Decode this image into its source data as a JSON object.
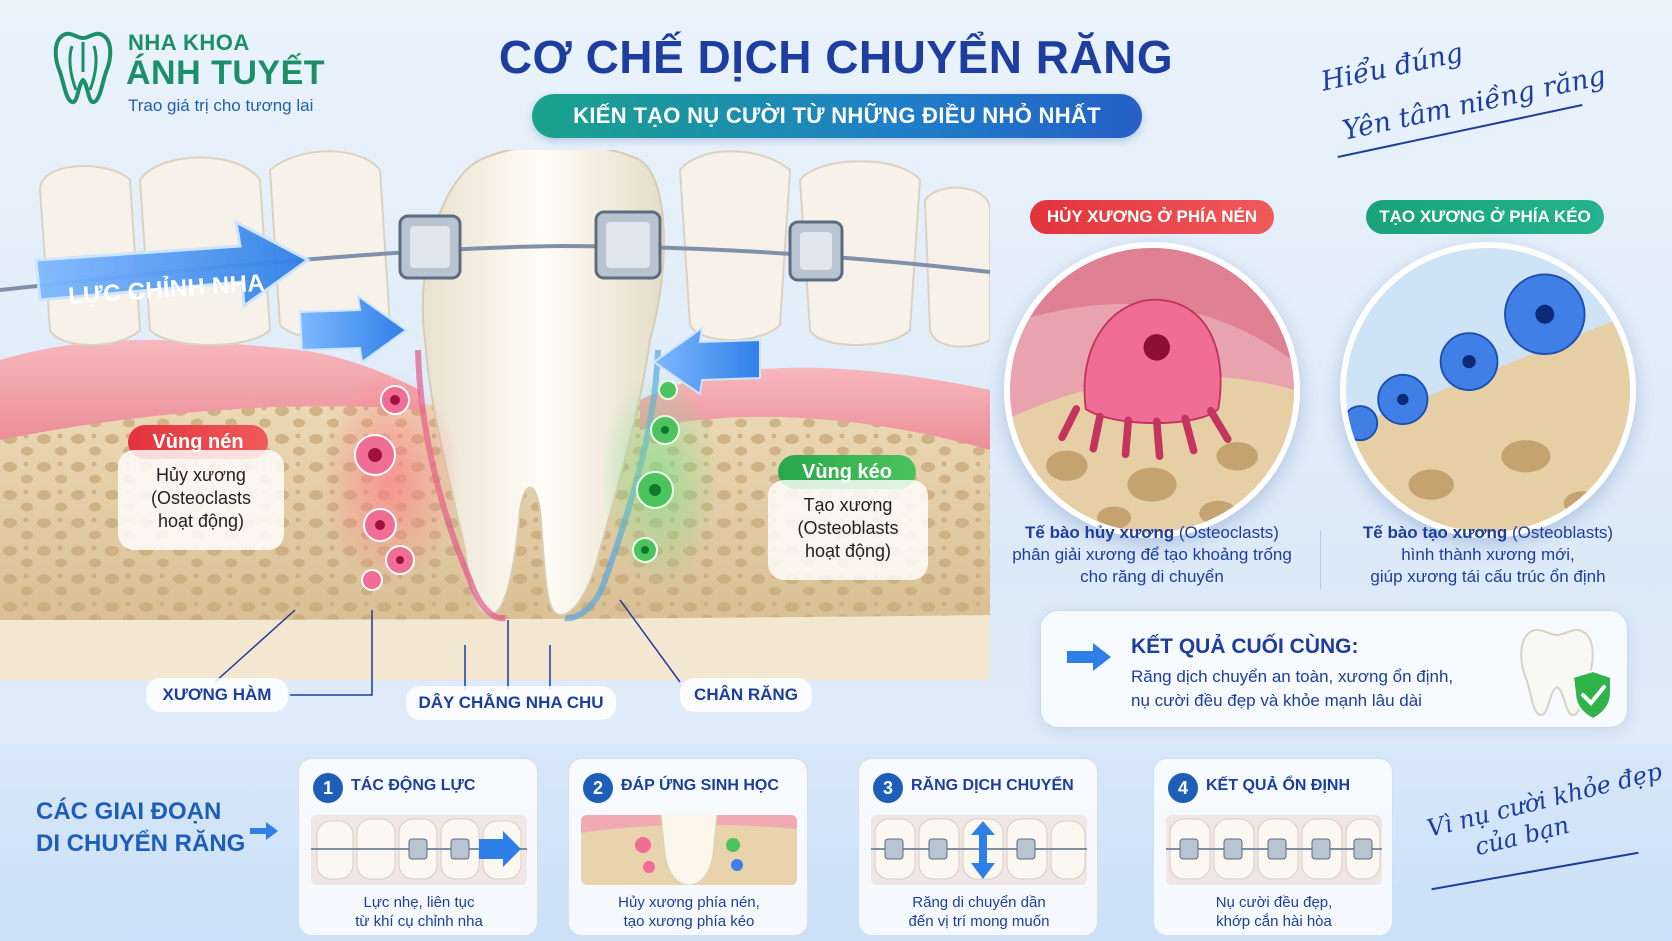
{
  "brand": {
    "name_small": "NHA KHOA",
    "name_big": "ÁNH TUYẾT",
    "tagline": "Trao giá trị cho tương lai"
  },
  "header": {
    "title": "CƠ CHẾ DỊCH CHUYỂN RĂNG",
    "subtitle": "KIẾN TẠO NỤ CƯỜI TỪ NHỮNG ĐIỀU NHỎ NHẤT",
    "script_line1": "Hiểu đúng",
    "script_line2": "Yên tâm niềng răng"
  },
  "illustration": {
    "force_label": "LỰC CHỈNH NHA",
    "compression_zone": {
      "tag": "Vùng nén",
      "line1": "Hủy xương",
      "line2": "(Osteoclasts",
      "line3": "hoạt động)"
    },
    "tension_zone": {
      "tag": "Vùng kéo",
      "line1": "Tạo xương",
      "line2": "(Osteoblasts",
      "line3": "hoạt động)"
    },
    "labels": {
      "jaw_bone": "XƯƠNG HÀM",
      "ligament": "DÂY CHẰNG NHA CHU",
      "root": "CHÂN RĂNG"
    }
  },
  "mechanism": {
    "resorption": {
      "tag": "HỦY XƯƠNG Ở PHÍA NÉN",
      "desc_bold": "Tế bào hủy xương",
      "desc_paren": " (Osteoclasts)",
      "desc_line2": "phân giải xương để tạo khoảng trống",
      "desc_line3": "cho răng di chuyển"
    },
    "formation": {
      "tag": "TẠO XƯƠNG Ở PHÍA KÉO",
      "desc_bold": "Tế bào tạo xương",
      "desc_paren": " (Osteoblasts)",
      "desc_line2": "hình thành xương mới,",
      "desc_line3": "giúp xương tái cấu trúc ổn định"
    },
    "result": {
      "title": "KẾT QUẢ CUỐI CÙNG:",
      "line1": "Răng dịch chuyển an toàn, xương ổn định,",
      "line2": "nụ cười đều đẹp và khỏe mạnh lâu dài"
    }
  },
  "stages": {
    "title_line1": "CÁC GIAI ĐOẠN",
    "title_line2": "DI CHUYỂN RĂNG",
    "items": [
      {
        "num": "1",
        "title": "TÁC ĐỘNG LỰC",
        "cap1": "Lực nhẹ, liên tục",
        "cap2": "từ khí cụ chỉnh nha"
      },
      {
        "num": "2",
        "title": "ĐÁP ỨNG SINH HỌC",
        "cap1": "Hủy xương phía nén,",
        "cap2": "tạo xương phía kéo"
      },
      {
        "num": "3",
        "title": "RĂNG DỊCH CHUYỂN",
        "cap1": "Răng di chuyển dần",
        "cap2": "đến vị trí mong muốn"
      },
      {
        "num": "4",
        "title": "KẾT QUẢ ỔN ĐỊNH",
        "cap1": "Nụ cười đều đẹp,",
        "cap2": "khớp cắn hài hòa"
      }
    ],
    "script_line1": "Vì nụ cười khỏe đẹp",
    "script_line2": "của bạn"
  },
  "colors": {
    "primary_blue": "#1d3e9e",
    "brand_green": "#1c8f68",
    "compression_red": "#e2333b",
    "tension_green": "#28a84a",
    "force_arrow_blue": "#2f7fe8"
  }
}
